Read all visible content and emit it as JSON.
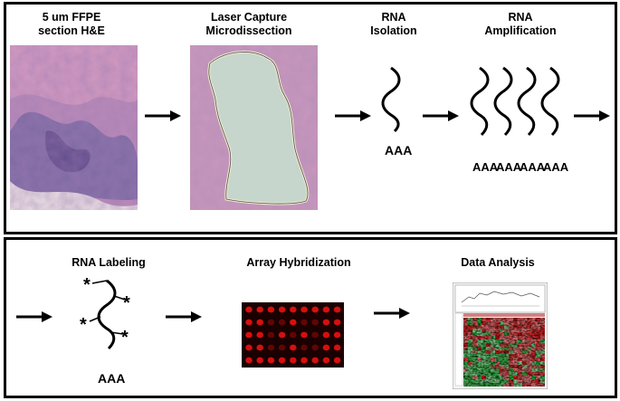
{
  "top_stages": {
    "section": {
      "line1": "5 um FFPE",
      "line2": "section H&E"
    },
    "lcm": {
      "line1": "Laser Capture",
      "line2": "Microdissection"
    },
    "isolation": {
      "line1": "RNA",
      "line2": "Isolation"
    },
    "amplification": {
      "line1": "RNA",
      "line2": "Amplification"
    }
  },
  "bottom_stages": {
    "labeling": {
      "label": "RNA Labeling"
    },
    "hybridization": {
      "label": "Array Hybridization"
    },
    "analysis": {
      "label": "Data Analysis"
    }
  },
  "molecule_tail": "AAA",
  "label_mark": "*",
  "colors": {
    "tissue_pink": "#c98fb4",
    "tissue_purple": "#7e6aa3",
    "array_background": "#1a0000",
    "array_spot": "#e01010",
    "heatmap_green": "#1e9a2e",
    "heatmap_red": "#c01818"
  }
}
